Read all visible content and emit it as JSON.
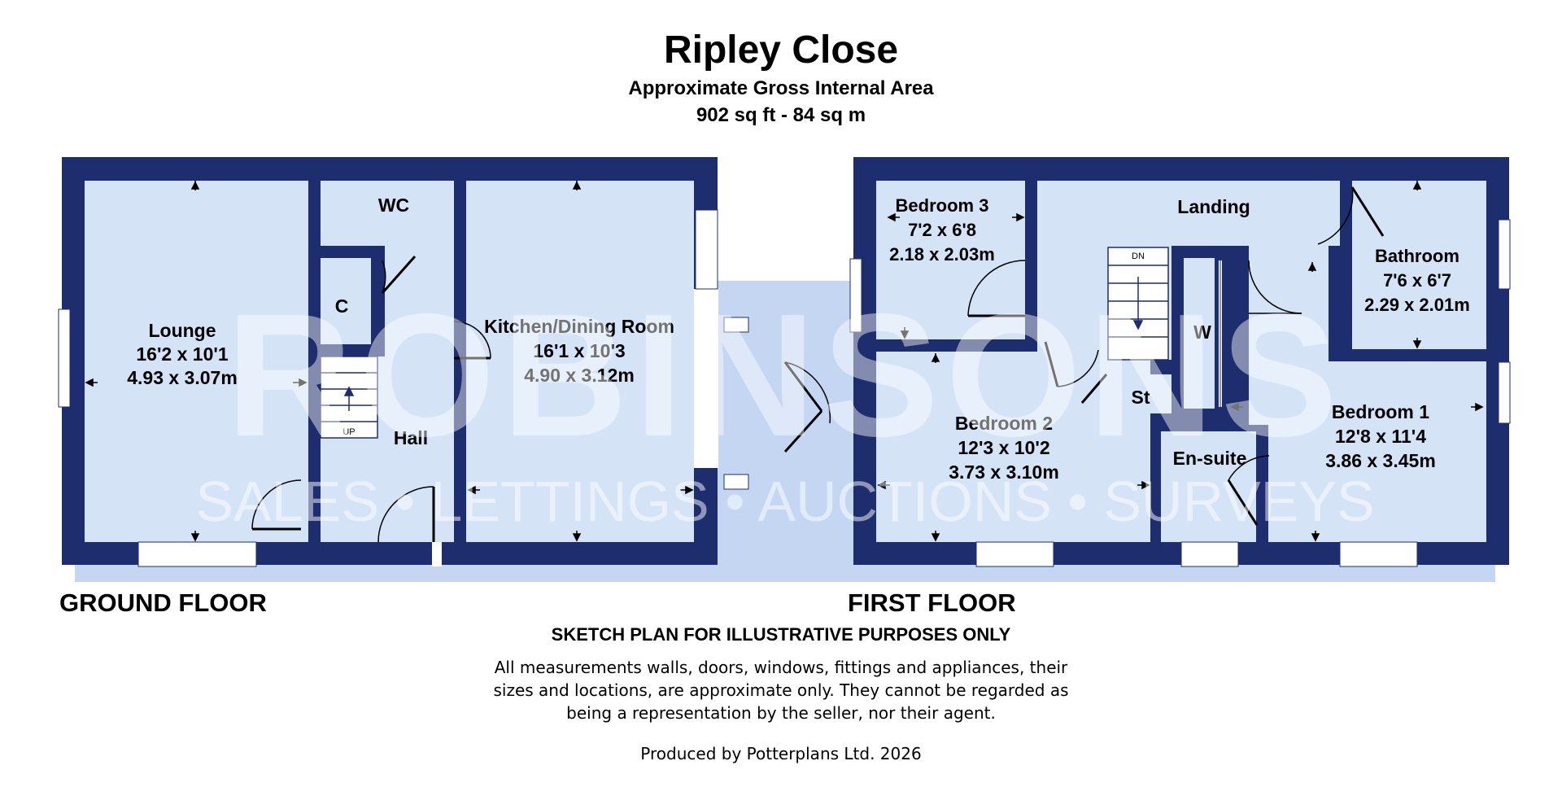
{
  "header": {
    "title": "Ripley Close",
    "subtitle": "Approximate Gross Internal Area",
    "area": "902 sq ft - 84 sq m"
  },
  "watermark": {
    "brand": "ROBINSONS",
    "tagline": "SALES • LETTINGS • AUCTIONS • SURVEYS"
  },
  "colors": {
    "wall": "#1e2d6e",
    "floor": "#d5e3f7",
    "watermark_band": "#c4d6f2",
    "watermark_text": "#ffffff"
  },
  "ground_floor": {
    "label": "GROUND FLOOR",
    "rooms": [
      {
        "name": "Lounge",
        "imperial": "16'2 x 10'1",
        "metric": "4.93 x 3.07m"
      },
      {
        "name": "WC"
      },
      {
        "name": "C"
      },
      {
        "name": "Hall"
      },
      {
        "name": "Kitchen/Dining Room",
        "imperial": "16'1 x 10'3",
        "metric": "4.90 x 3.12m"
      }
    ],
    "stairs_label": "UP"
  },
  "first_floor": {
    "label": "FIRST FLOOR",
    "rooms": [
      {
        "name": "Bedroom 3",
        "imperial": "7'2 x 6'8",
        "metric": "2.18 x 2.03m"
      },
      {
        "name": "Landing"
      },
      {
        "name": "Bathroom",
        "imperial": "7'6 x 6'7",
        "metric": "2.29 x 2.01m"
      },
      {
        "name": "W"
      },
      {
        "name": "St"
      },
      {
        "name": "Bedroom 2",
        "imperial": "12'3 x 10'2",
        "metric": "3.73 x 3.10m"
      },
      {
        "name": "En-suite"
      },
      {
        "name": "Bedroom 1",
        "imperial": "12'8 x 11'4",
        "metric": "3.86 x 3.45m"
      }
    ],
    "stairs_label": "DN"
  },
  "footer": {
    "sketch_note": "SKETCH PLAN FOR ILLUSTRATIVE PURPOSES ONLY",
    "disclaimer_lines": [
      "All measurements walls, doors, windows, fittings and appliances, their",
      "sizes and locations, are approximate only. They cannot be regarded as",
      "being a representation by the seller, nor their agent."
    ],
    "produced_by": "Produced by Potterplans Ltd. 2026"
  }
}
